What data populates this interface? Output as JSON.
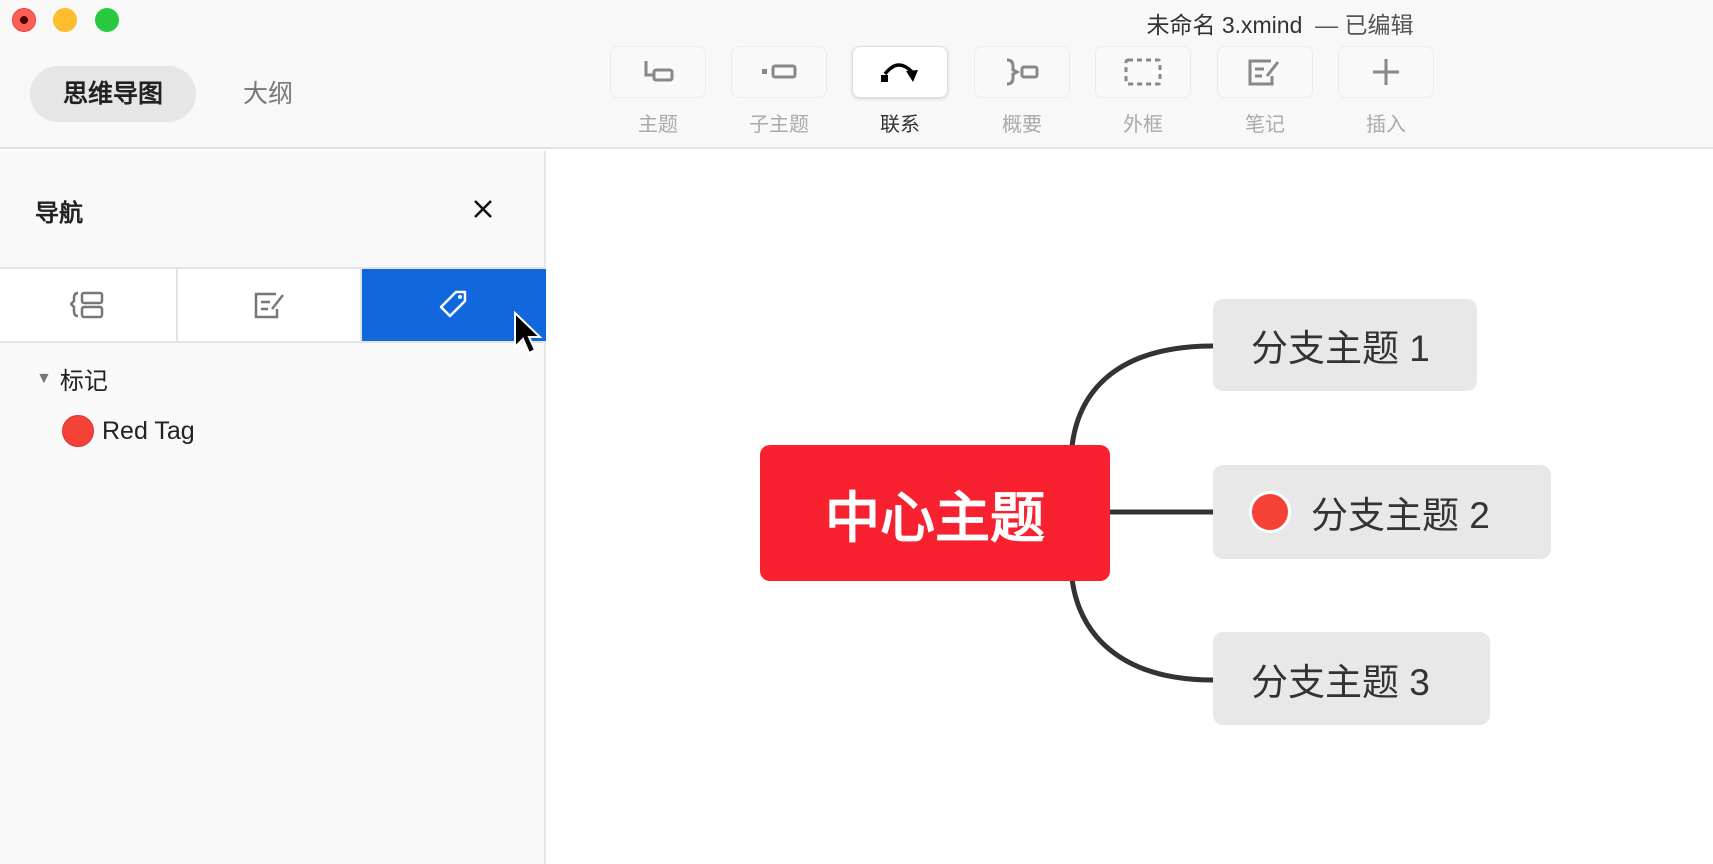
{
  "window": {
    "title": "未命名 3.xmind",
    "status": "— 已编辑"
  },
  "modes": [
    {
      "label": "思维导图",
      "active": true
    },
    {
      "label": "大纲",
      "active": false
    }
  ],
  "toolbar": [
    {
      "label": "主题",
      "icon": "topic-icon"
    },
    {
      "label": "子主题",
      "icon": "subtopic-icon"
    },
    {
      "label": "联系",
      "icon": "relationship-icon",
      "active": true
    },
    {
      "label": "概要",
      "icon": "summary-icon"
    },
    {
      "label": "外框",
      "icon": "boundary-icon"
    },
    {
      "label": "笔记",
      "icon": "note-icon"
    },
    {
      "label": "插入",
      "icon": "plus-icon"
    }
  ],
  "sidebar": {
    "title": "导航",
    "section": "标记",
    "tags": [
      {
        "label": "Red Tag",
        "color": "#f44336"
      }
    ]
  },
  "map": {
    "central": "中心主题",
    "branches": [
      "分支主题 1",
      "分支主题 2",
      "分支主题 3"
    ],
    "central_color": "#f72130"
  }
}
